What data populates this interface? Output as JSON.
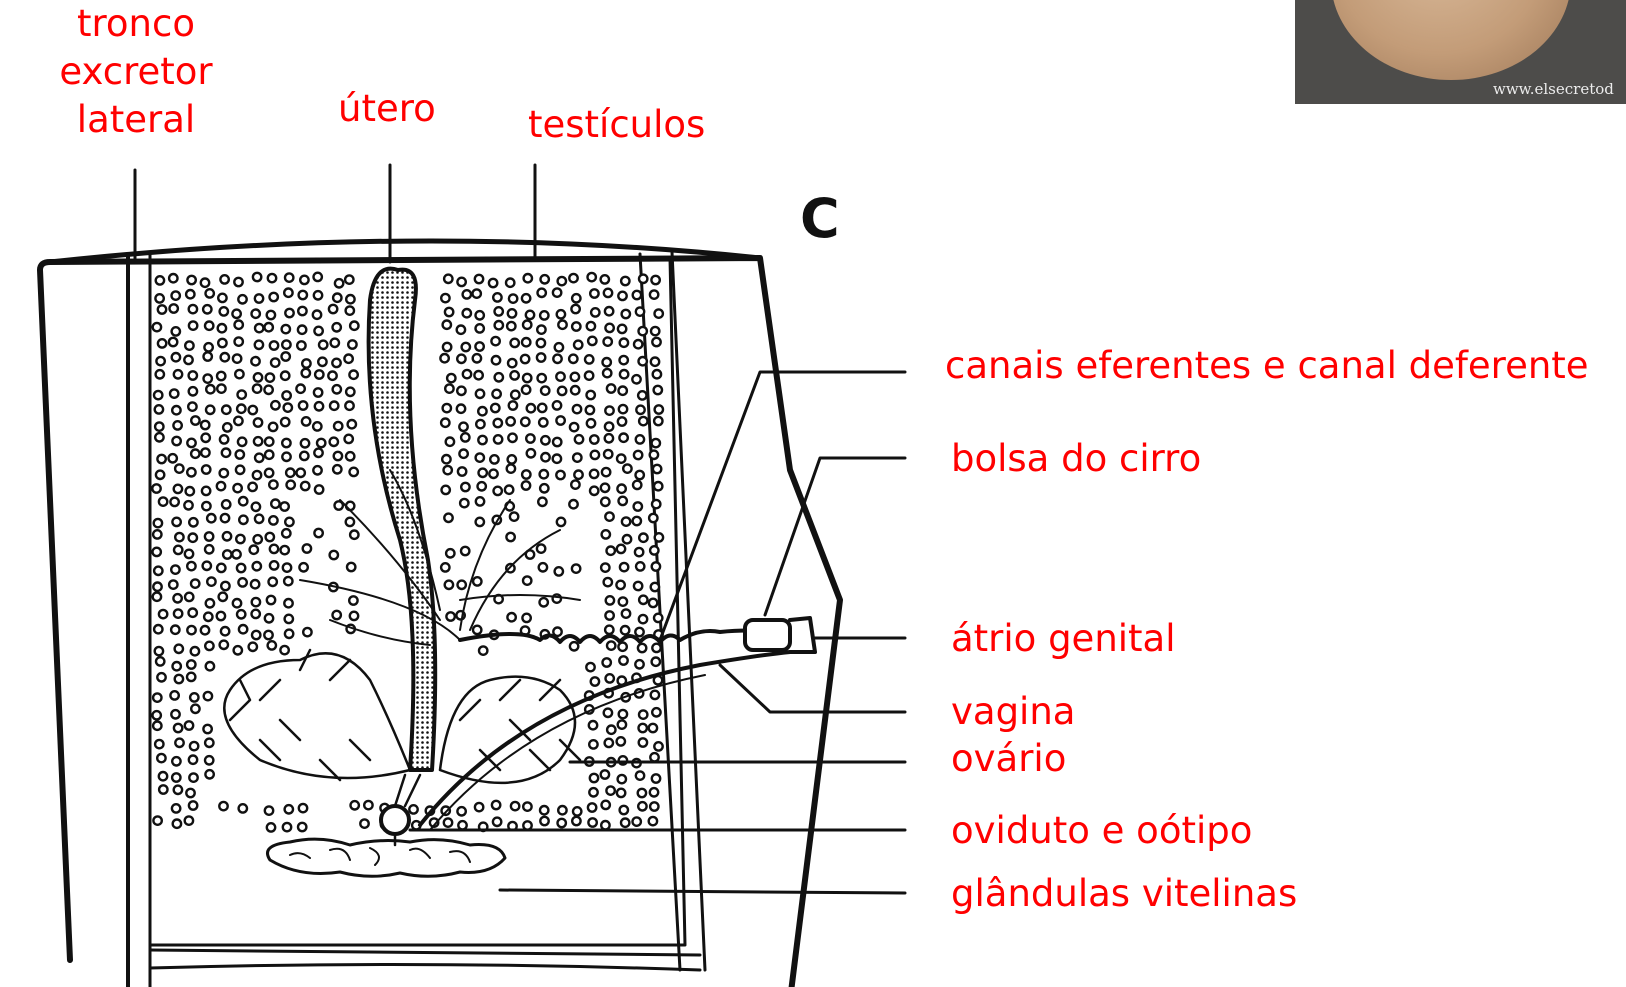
{
  "figure": {
    "panel_letter": "C",
    "labels": {
      "tronco_line1": "tronco",
      "tronco_line2": "excretor",
      "tronco_line3": "lateral",
      "utero": "útero",
      "testiculos": "testículos",
      "canais": "canais eferentes e canal deferente",
      "bolsa": "bolsa do cirro",
      "atrio": "átrio genital",
      "vagina": "vagina",
      "ovario": "ovário",
      "oviduto": "oviduto e oótipo",
      "glandulas": "glândulas vitelinas"
    },
    "colors": {
      "label": "#ff0000",
      "line_art": "#111111"
    }
  },
  "photo": {
    "watermark": "www.elsecretod"
  }
}
